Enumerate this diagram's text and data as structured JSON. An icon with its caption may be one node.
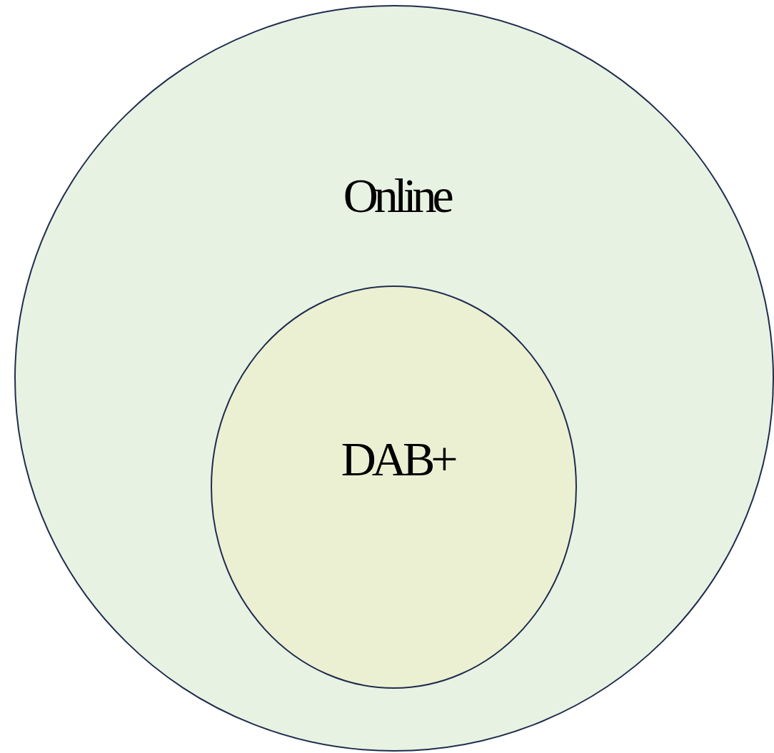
{
  "diagram": {
    "nodes": [
      {
        "text": [
          "Online"
        ]
      },
      {
        "text": [
          "DAB+"
        ],
        "in": 0
      }
    ]
  }
}
